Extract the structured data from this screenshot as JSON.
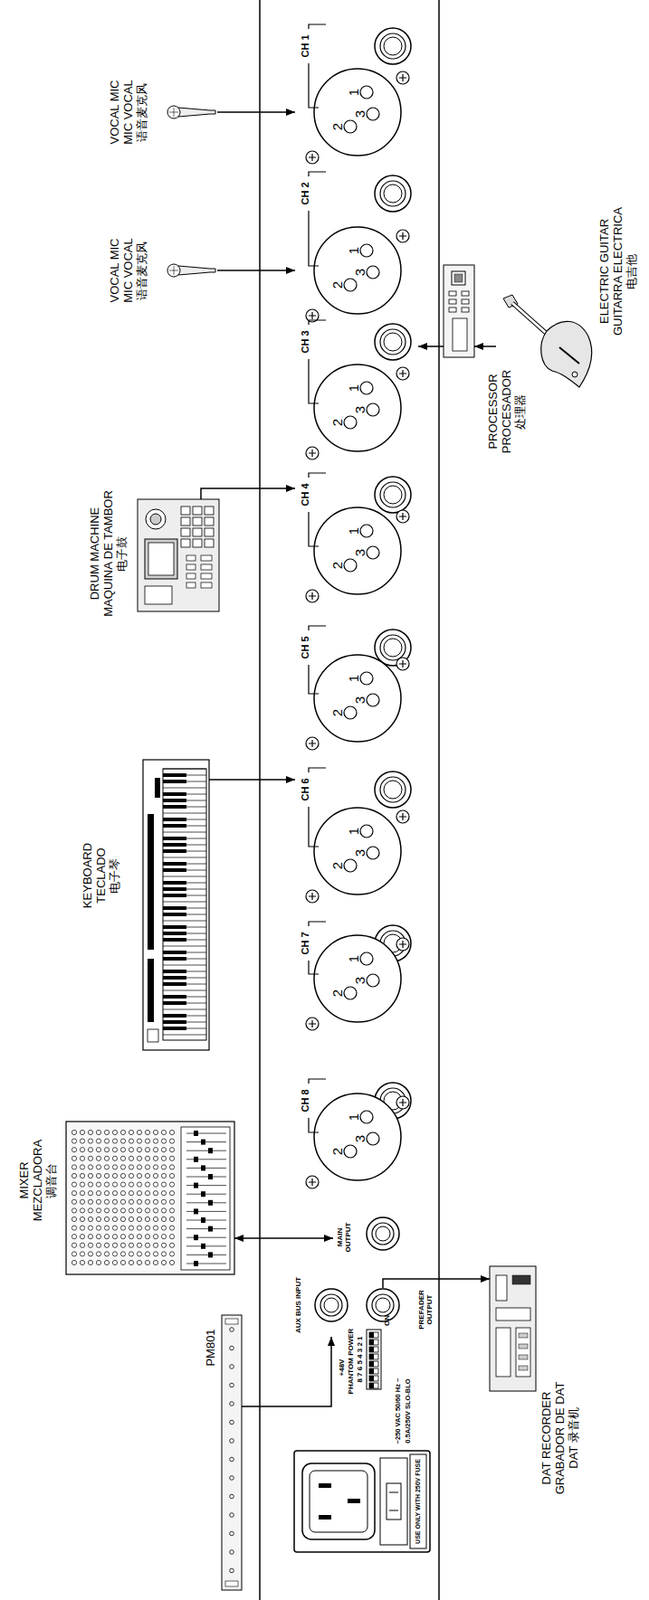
{
  "diagram": {
    "nodes": [
      {
        "text": [
          "VOCAL MIC",
          "MIC VOCAL",
          "语音麦克风"
        ]
      },
      {
        "text": [
          "CH 1"
        ]
      },
      {
        "text": [
          "VOCAL MIC",
          "MIC VOCAL",
          "语音麦克风"
        ]
      },
      {
        "text": [
          "CH 2"
        ]
      },
      {
        "text": [
          "CH 3"
        ]
      },
      {
        "text": [
          "PROCESSOR",
          "PROCESADOR",
          "处理器"
        ]
      },
      {
        "text": [
          "ELECTRIC GUITAR",
          "GUITARRA ELECTRICA",
          "电吉他"
        ]
      },
      {
        "text": [
          "DRUM MACHINE",
          "MAQUINA DE TAMBOR",
          "电子鼓"
        ]
      },
      {
        "text": [
          "CH 4"
        ]
      },
      {
        "text": [
          "CH 5"
        ]
      },
      {
        "text": [
          "KEYBOARD",
          "TECLADO",
          "电子琴"
        ]
      },
      {
        "text": [
          "CH 6"
        ]
      },
      {
        "text": [
          "CH 7"
        ]
      },
      {
        "text": [
          "CH 8"
        ]
      },
      {
        "text": [
          "MIXER",
          "MEZCLADORA",
          "调音台"
        ]
      },
      {
        "text": [
          "MAIN OUTPUT"
        ]
      },
      {
        "text": [
          "AUX BUS INPUT"
        ]
      },
      {
        "text": [
          "PREFADER OUTPUT"
        ]
      },
      {
        "text": [
          "PM801"
        ]
      },
      {
        "text": [
          "DAT RECORDER",
          "GRABADOR DE DAT",
          "DAT 录音机"
        ]
      }
    ],
    "edges": [
      {
        "from": 0,
        "to": 1,
        "arrow": "to"
      },
      {
        "from": 2,
        "to": 3,
        "arrow": "to"
      },
      {
        "from": 6,
        "to": 5,
        "arrow": "to"
      },
      {
        "from": 5,
        "to": 4,
        "arrow": "to"
      },
      {
        "from": 7,
        "to": 8,
        "arrow": "to"
      },
      {
        "from": 10,
        "to": 11,
        "arrow": "to"
      },
      {
        "from": 14,
        "to": 15,
        "arrow": "both"
      },
      {
        "from": 18,
        "to": 16,
        "arrow": "to"
      },
      {
        "from": 17,
        "to": 19,
        "arrow": "to"
      }
    ],
    "labels": [
      "1",
      "2",
      "3",
      "1",
      "2",
      "3",
      "1",
      "2",
      "3",
      "1",
      "2",
      "3",
      "1",
      "2",
      "3",
      "1",
      "2",
      "3",
      "1",
      "2",
      "3",
      "1",
      "2",
      "3",
      "+48V",
      "PHANTOM POWER",
      "8 7 6 5 4 3 2 1",
      "ON",
      "~250 VAC 50/60 Hz ~",
      "0.5A/250V SLO-BLO",
      "USE ONLY WITH 250V FUSE"
    ]
  }
}
